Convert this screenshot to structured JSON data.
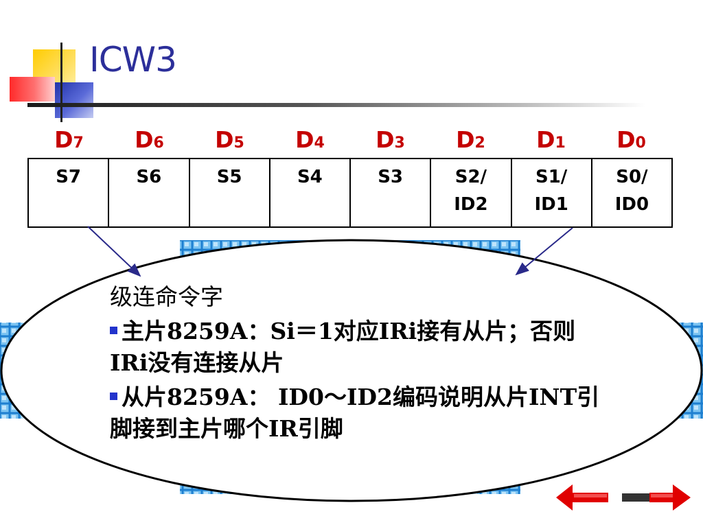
{
  "slide": {
    "title": "ICW3"
  },
  "bits": [
    "D7",
    "D6",
    "D5",
    "D4",
    "D3",
    "D2",
    "D1",
    "D0"
  ],
  "bit_parts": [
    {
      "main": "D",
      "sub": "7"
    },
    {
      "main": "D",
      "sub": "6"
    },
    {
      "main": "D",
      "sub": "5"
    },
    {
      "main": "D",
      "sub": "4"
    },
    {
      "main": "D",
      "sub": "3"
    },
    {
      "main": "D",
      "sub": "2"
    },
    {
      "main": "D",
      "sub": "1"
    },
    {
      "main": "D",
      "sub": "0"
    }
  ],
  "register": {
    "cells": [
      {
        "line1": "S7",
        "line2": ""
      },
      {
        "line1": "S6",
        "line2": ""
      },
      {
        "line1": "S5",
        "line2": ""
      },
      {
        "line1": "S4",
        "line2": ""
      },
      {
        "line1": "S3",
        "line2": ""
      },
      {
        "line1": "S2/",
        "line2": "ID2"
      },
      {
        "line1": "S1/",
        "line2": "ID1"
      },
      {
        "line1": "S0/",
        "line2": "ID0"
      }
    ]
  },
  "description": {
    "heading": "级连命令字",
    "master": "主片8259A：Si＝1对应IRi接有从片；否则IRi没有连接从片",
    "slave": "从片8259A： ID0～ID2编码说明从片INT引脚接到主片哪个IR引脚"
  },
  "colors": {
    "title": "#2c2f9a",
    "bit_label": "#c40000",
    "bullet": "#2233cc",
    "nav_arrow": "#e00000",
    "ellipse_frame": "#3aa0e0"
  },
  "icons": {
    "prev": "left-arrow-icon",
    "next": "right-arrow-icon"
  }
}
